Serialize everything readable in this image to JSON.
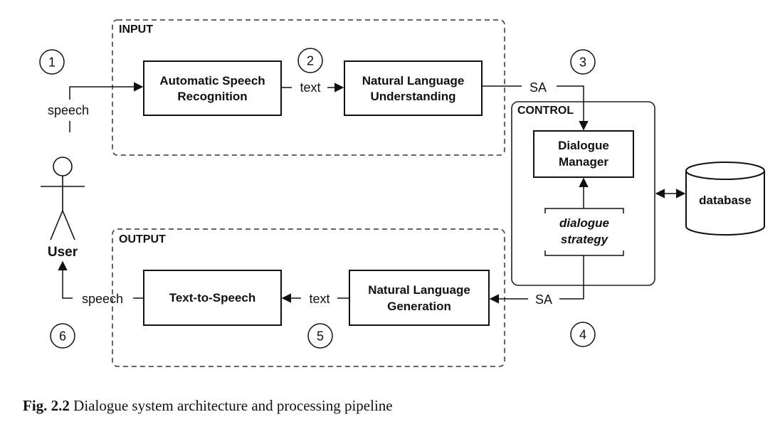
{
  "groups": {
    "input": "INPUT",
    "output": "OUTPUT",
    "control": "CONTROL"
  },
  "boxes": {
    "asr": [
      "Automatic Speech",
      "Recognition"
    ],
    "nlu": [
      "Natural Language",
      "Understanding"
    ],
    "dm": [
      "Dialogue",
      "Manager"
    ],
    "nlg": [
      "Natural Language",
      "Generation"
    ],
    "tts": "Text-to-Speech",
    "database": "database",
    "strategy": [
      "dialogue",
      "strategy"
    ]
  },
  "labels": {
    "speech_in": "speech",
    "text_in": "text",
    "sa_in": "SA",
    "sa_out": "SA",
    "text_out": "text",
    "speech_out": "speech",
    "user": "User"
  },
  "steps": [
    "1",
    "2",
    "3",
    "4",
    "5",
    "6"
  ],
  "caption": {
    "label": "Fig. 2.2",
    "text": "Dialogue system architecture and processing pipeline"
  }
}
